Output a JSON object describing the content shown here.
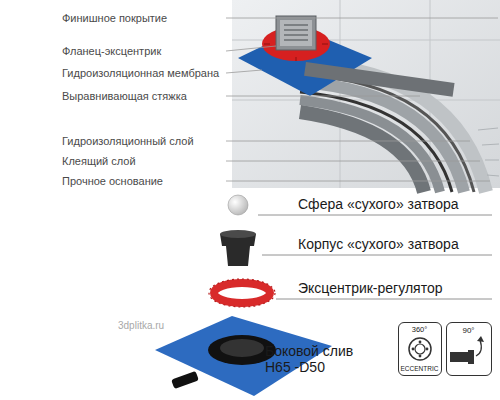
{
  "diagram": {
    "nodes": [
      {
        "text": [
          "360°",
          "ECCENTRIC"
        ]
      },
      {
        "text": [
          "90°"
        ]
      }
    ],
    "labels": [
      "Финишное покрытие",
      "Фланец-эксцентрик",
      "Гидроизоляционная мембрана",
      "Выравнивающая стяжка",
      "Гидроизоляционный слой",
      "Клеящий слой",
      "Прочное основание",
      "Сфера «сухого» затвора",
      "Корпус «сухого» затвора",
      "Эксцентрик-регулятор",
      "Боковой слив H65 -D50",
      "3dplitka.ru"
    ]
  }
}
